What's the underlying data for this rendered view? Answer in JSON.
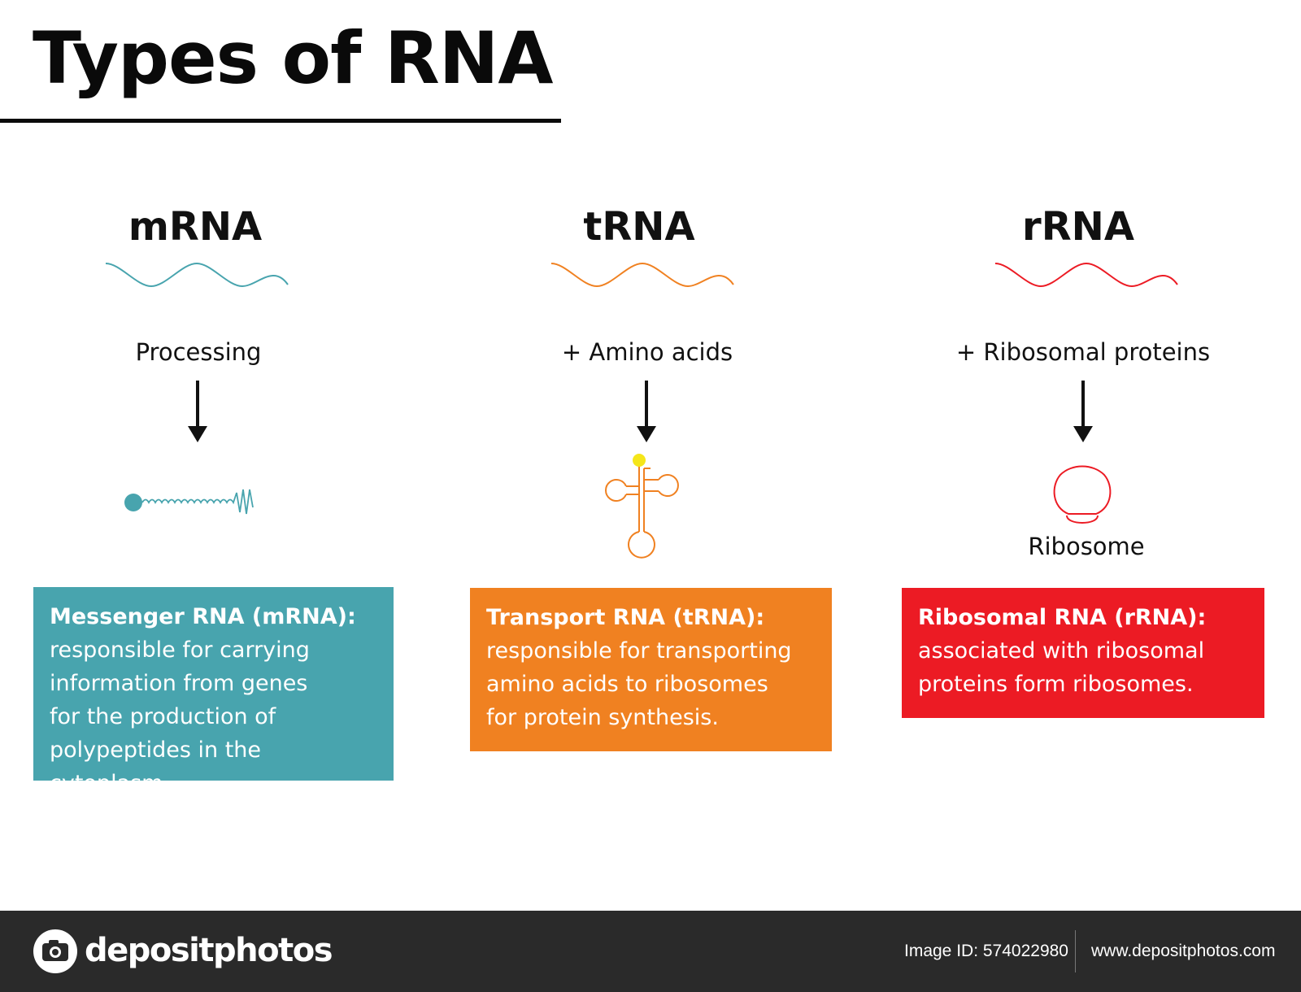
{
  "title": "Types of RNA",
  "columns": [
    {
      "heading": "mRNA",
      "step": "Processing",
      "color": "#48a4ae",
      "icon": "mrna-strand-icon",
      "box_title": "Messenger RNA (mRNA):",
      "box_text": "responsible for carrying\ninformation from genes\nfor the production of\npolypeptides in the cytoplasm."
    },
    {
      "heading": "tRNA",
      "step": "+ Amino acids",
      "color": "#f08121",
      "icon": "trna-cloverleaf-icon",
      "box_title": "Transport RNA (tRNA):",
      "box_text": "responsible for transporting\namino acids to ribosomes\nfor protein synthesis."
    },
    {
      "heading": "rRNA",
      "step": "+ Ribosomal proteins",
      "color": "#ec1b24",
      "icon": "ribosome-icon",
      "product_label": "Ribosome",
      "box_title": "Ribosomal RNA (rRNA):",
      "box_text": "associated with ribosomal\nproteins form ribosomes."
    }
  ],
  "footer": {
    "brand": "depositphotos",
    "image_id": "Image ID: 574022980",
    "url": "www.depositphotos.com",
    "background": "#2a2a2a"
  }
}
